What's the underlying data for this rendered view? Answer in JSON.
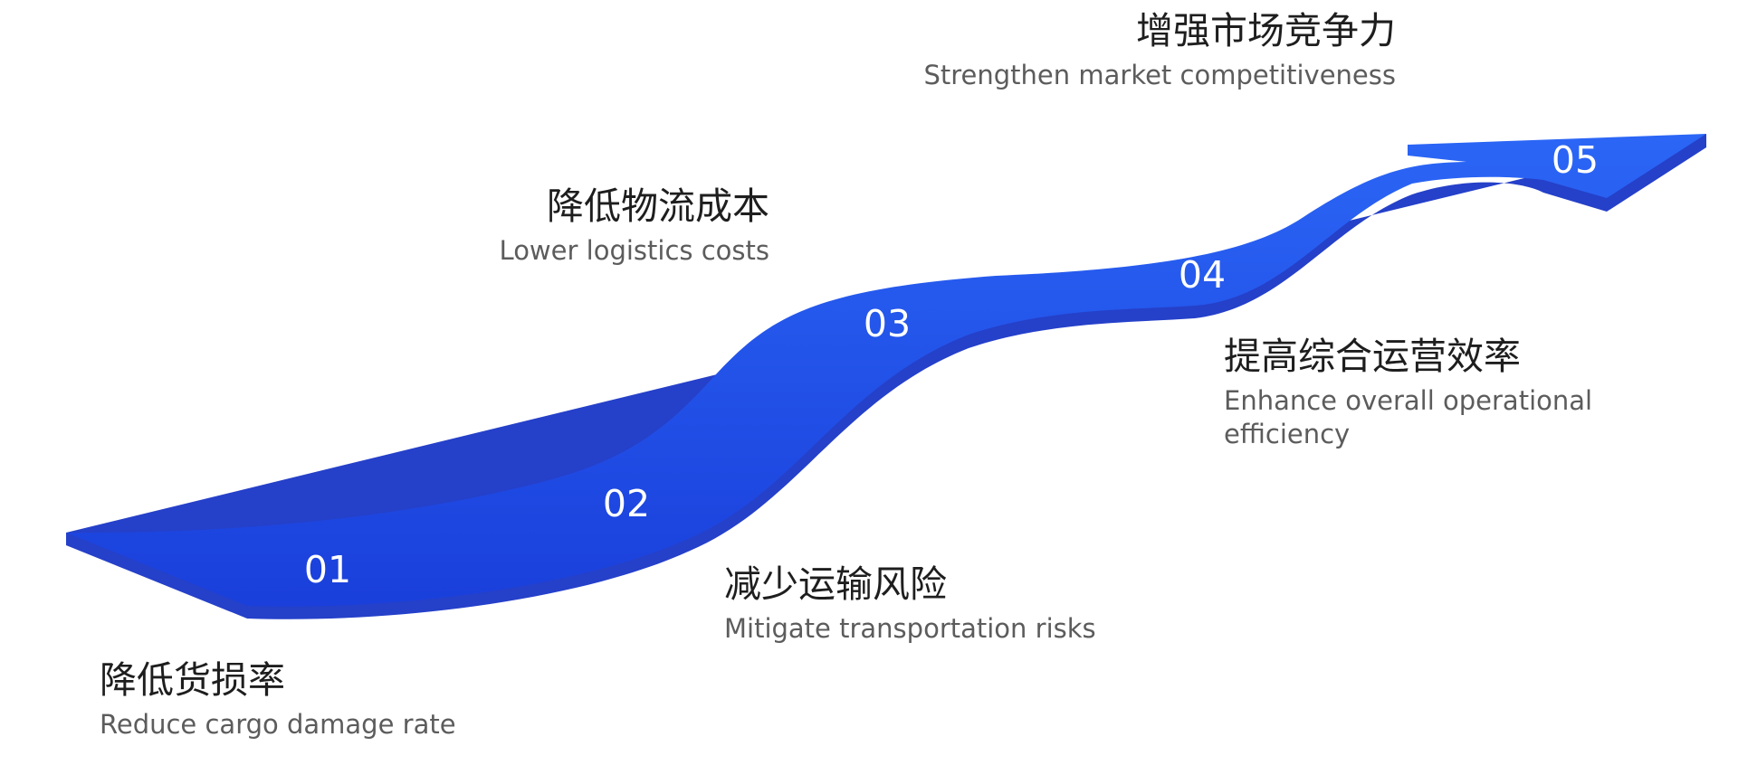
{
  "colors": {
    "arrow_top": "#2b66f6",
    "arrow_bottom": "#1a3fdb",
    "arrow_side": "#2540c9",
    "number_text": "#ffffff",
    "title_text": "#1e1e1e",
    "subtitle_text": "#5c5c5c"
  },
  "steps": [
    {
      "number": "01",
      "title_zh": "降低货损率",
      "title_en": "Reduce cargo damage rate"
    },
    {
      "number": "02",
      "title_zh": "减少运输风险",
      "title_en": "Mitigate transportation risks"
    },
    {
      "number": "03",
      "title_zh": "降低物流成本",
      "title_en": "Lower logistics costs"
    },
    {
      "number": "04",
      "title_zh": "提高综合运营效率",
      "title_en": "Enhance overall operational efficiency"
    },
    {
      "number": "05",
      "title_zh": "增强市场竞争力",
      "title_en": "Strengthen market competitiveness"
    }
  ]
}
